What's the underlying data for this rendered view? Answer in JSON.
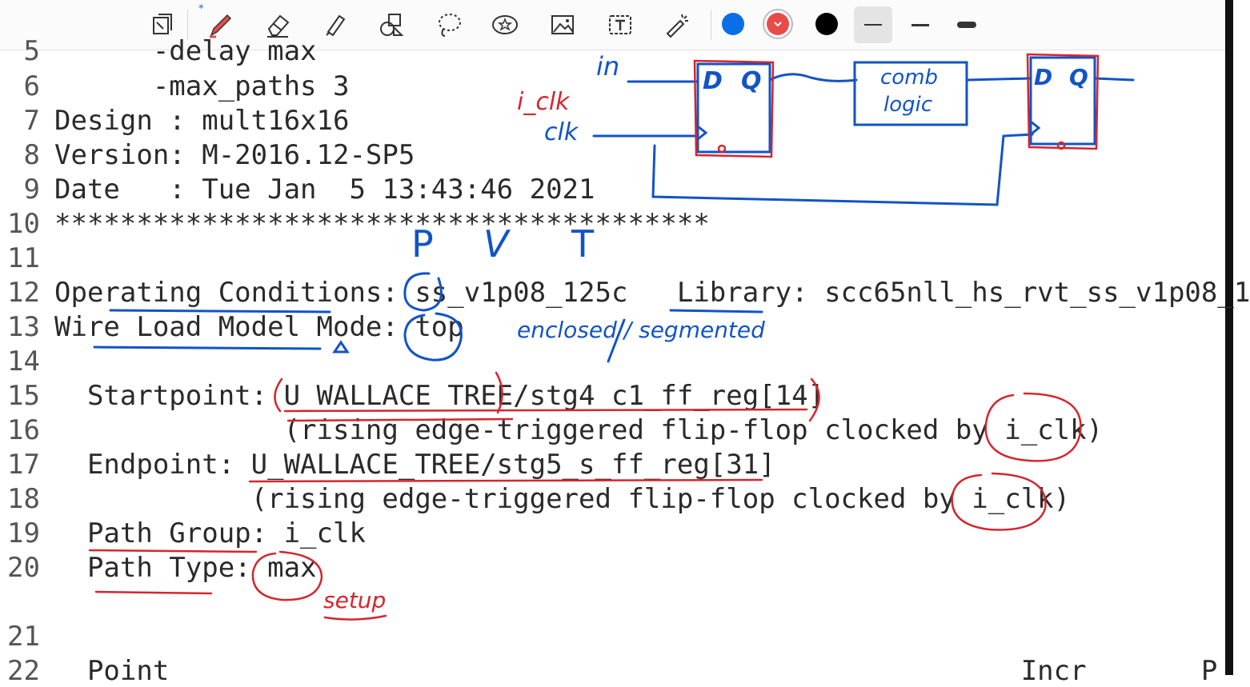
{
  "toolbar": {
    "tools": [
      "lasso-select-icon",
      "pen-icon",
      "eraser-icon",
      "highlighter-icon",
      "shapes-icon",
      "lasso-icon",
      "sticker-icon",
      "image-icon",
      "text-box-icon",
      "laser-pointer-icon"
    ],
    "bluetooth_mark": "*",
    "colors": {
      "blue": "#0a6ee6",
      "red": "#e94b4b",
      "black": "#000000"
    },
    "selected_color": "red",
    "selected_stroke": "thin"
  },
  "document": {
    "lines": [
      {
        "num": "5",
        "text": "      -delay max"
      },
      {
        "num": "6",
        "text": "      -max_paths 3"
      },
      {
        "num": "7",
        "text": "Design : mult16x16"
      },
      {
        "num": "8",
        "text": "Version: M-2016.12-SP5"
      },
      {
        "num": "9",
        "text": "Date   : Tue Jan  5 13:43:46 2021"
      },
      {
        "num": "10",
        "text": "****************************************"
      },
      {
        "num": "11",
        "text": ""
      },
      {
        "num": "12",
        "text": "Operating Conditions: ss_v1p08_125c   Library: scc65nll_hs_rvt_ss_v1p08_1"
      },
      {
        "num": "13",
        "text": "Wire Load Model Mode: top"
      },
      {
        "num": "14",
        "text": ""
      },
      {
        "num": "15",
        "text": "  Startpoint: U_WALLACE_TREE/stg4_c1_ff_reg[14]"
      },
      {
        "num": "16",
        "text": "              (rising edge-triggered flip-flop clocked by i_clk)"
      },
      {
        "num": "17",
        "text": "  Endpoint: U_WALLACE_TREE/stg5_s_ff_reg[31]"
      },
      {
        "num": "18",
        "text": "            (rising edge-triggered flip-flop clocked by i_clk)"
      },
      {
        "num": "19",
        "text": "  Path Group: i_clk"
      },
      {
        "num": "20",
        "text": "  Path Type: max"
      },
      {
        "num": "21",
        "text": ""
      },
      {
        "num": "22",
        "text": "  Point                                                    Incr       P"
      }
    ]
  },
  "annotations": {
    "diagram": {
      "input_label": "in",
      "iclk_label": "i_clk",
      "clk_label": "clk",
      "ff1_d": "D",
      "ff1_q": "Q",
      "comb_line1": "comb",
      "comb_line2": "logic",
      "ff2_d": "D",
      "ff2_q": "Q"
    },
    "pvt": {
      "p": "P",
      "v": "V",
      "t": "T"
    },
    "wire_load_note": "enclosed / segmented",
    "path_type_note": "setup",
    "ink_colors": {
      "blue": "#1253c8",
      "red": "#d4262e"
    }
  }
}
